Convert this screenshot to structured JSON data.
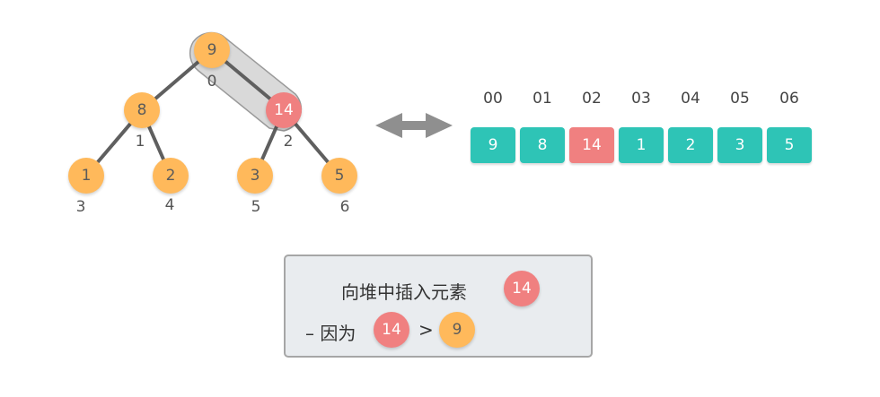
{
  "tree": {
    "nodes": [
      {
        "value": "9",
        "index": "0",
        "color": "orange"
      },
      {
        "value": "8",
        "index": "1",
        "color": "orange"
      },
      {
        "value": "14",
        "index": "2",
        "color": "red"
      },
      {
        "value": "1",
        "index": "3",
        "color": "orange"
      },
      {
        "value": "2",
        "index": "4",
        "color": "orange"
      },
      {
        "value": "3",
        "index": "5",
        "color": "orange"
      },
      {
        "value": "5",
        "index": "6",
        "color": "orange"
      }
    ]
  },
  "array": {
    "headers": [
      "00",
      "01",
      "02",
      "03",
      "04",
      "05",
      "06"
    ],
    "cells": [
      {
        "value": "9",
        "color": "teal"
      },
      {
        "value": "8",
        "color": "teal"
      },
      {
        "value": "14",
        "color": "red"
      },
      {
        "value": "1",
        "color": "teal"
      },
      {
        "value": "2",
        "color": "teal"
      },
      {
        "value": "3",
        "color": "teal"
      },
      {
        "value": "5",
        "color": "teal"
      }
    ]
  },
  "info": {
    "title": "向堆中插入元素",
    "title_badge": "14",
    "line_prefix": "– 因为",
    "compare_left": "14",
    "compare_op": ">",
    "compare_right": "9"
  },
  "colors": {
    "orange": "#ffb95b",
    "red": "#f08080",
    "teal": "#2ec4b6",
    "edge": "#5f5f5f",
    "highlight": "#d9d9d9",
    "arrow": "#8f8f8f"
  },
  "icons": {
    "bidirectional_arrow": "double-arrow-icon"
  }
}
